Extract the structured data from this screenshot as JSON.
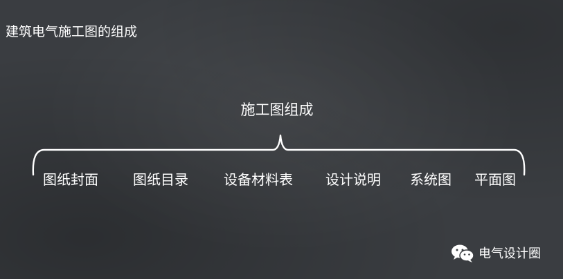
{
  "slide": {
    "title": "建筑电气施工图的组成"
  },
  "diagram": {
    "root": "施工图组成",
    "items": [
      {
        "label": "图纸封面"
      },
      {
        "label": "图纸目录"
      },
      {
        "label": "设备材料表"
      },
      {
        "label": "设计说明"
      },
      {
        "label": "系统图"
      },
      {
        "label": "平面图"
      }
    ]
  },
  "watermark": {
    "text": "电气设计圈",
    "icon": "wechat-icon"
  },
  "colors": {
    "background": "#3a3d41",
    "text": "#ffffff"
  }
}
